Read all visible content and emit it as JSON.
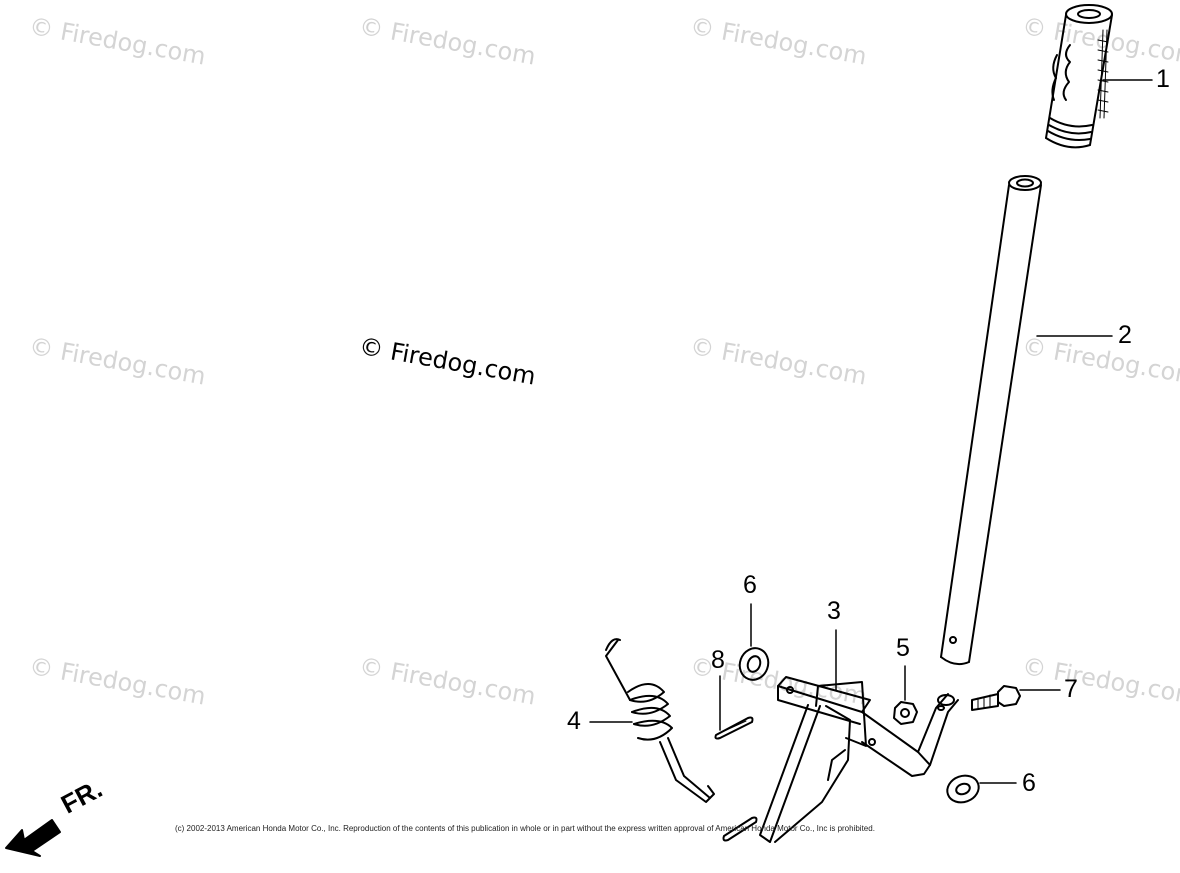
{
  "watermark_text": "© Firedog.com",
  "callouts": {
    "c1": "1",
    "c2": "2",
    "c3": "3",
    "c4": "4",
    "c5": "5",
    "c6a": "6",
    "c6b": "6",
    "c7": "7",
    "c8": "8"
  },
  "direction_label": "FR.",
  "copyright": "(c) 2002-2013 American Honda Motor Co., Inc. Reproduction of the contents of this publication in whole or in part without the express written approval of American Honda Motor Co., Inc is prohibited."
}
